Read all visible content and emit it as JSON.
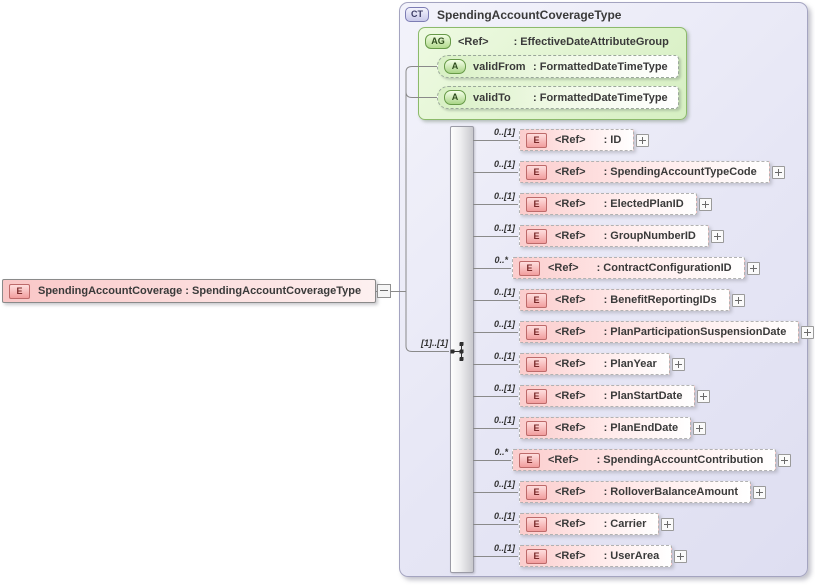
{
  "badges": {
    "element": "E",
    "complex_type": "CT",
    "attribute_group": "AG",
    "attribute": "A"
  },
  "root_element": {
    "label": "SpendingAccountCoverage : SpendingAccountCoverageType"
  },
  "complex_type": {
    "title": "SpendingAccountCoverageType",
    "attribute_group": {
      "ref": "<Ref>",
      "name": ": EffectiveDateAttributeGroup",
      "attributes": [
        {
          "name": "validFrom",
          "type": ": FormattedDateTimeType"
        },
        {
          "name": "validTo",
          "type": ": FormattedDateTimeType"
        }
      ]
    },
    "sequence": {
      "cardinality": "[1]..[1]"
    },
    "elements": [
      {
        "cardinality": "0..[1]",
        "ref": "<Ref>",
        "name": ": ID"
      },
      {
        "cardinality": "0..[1]",
        "ref": "<Ref>",
        "name": ": SpendingAccountTypeCode"
      },
      {
        "cardinality": "0..[1]",
        "ref": "<Ref>",
        "name": ": ElectedPlanID"
      },
      {
        "cardinality": "0..[1]",
        "ref": "<Ref>",
        "name": ": GroupNumberID"
      },
      {
        "cardinality": "0..*",
        "ref": "<Ref>",
        "name": ": ContractConfigurationID"
      },
      {
        "cardinality": "0..[1]",
        "ref": "<Ref>",
        "name": ": BenefitReportingIDs"
      },
      {
        "cardinality": "0..[1]",
        "ref": "<Ref>",
        "name": ": PlanParticipationSuspensionDate"
      },
      {
        "cardinality": "0..[1]",
        "ref": "<Ref>",
        "name": ": PlanYear"
      },
      {
        "cardinality": "0..[1]",
        "ref": "<Ref>",
        "name": ": PlanStartDate"
      },
      {
        "cardinality": "0..[1]",
        "ref": "<Ref>",
        "name": ": PlanEndDate"
      },
      {
        "cardinality": "0..*",
        "ref": "<Ref>",
        "name": ": SpendingAccountContribution"
      },
      {
        "cardinality": "0..[1]",
        "ref": "<Ref>",
        "name": ": RolloverBalanceAmount"
      },
      {
        "cardinality": "0..[1]",
        "ref": "<Ref>",
        "name": ": Carrier"
      },
      {
        "cardinality": "0..[1]",
        "ref": "<Ref>",
        "name": ": UserArea"
      }
    ]
  },
  "colors": {
    "element_fill": "#fbcdcd",
    "attribute_fill": "#d8f0c4",
    "group_fill": "#e4f6d6",
    "container_fill": "#e6e6f5",
    "badge_element_border": "#bd6a6a",
    "badge_attribute_border": "#679a48",
    "badge_ct_border": "#7d7db4",
    "line": "#8a8a8a"
  }
}
